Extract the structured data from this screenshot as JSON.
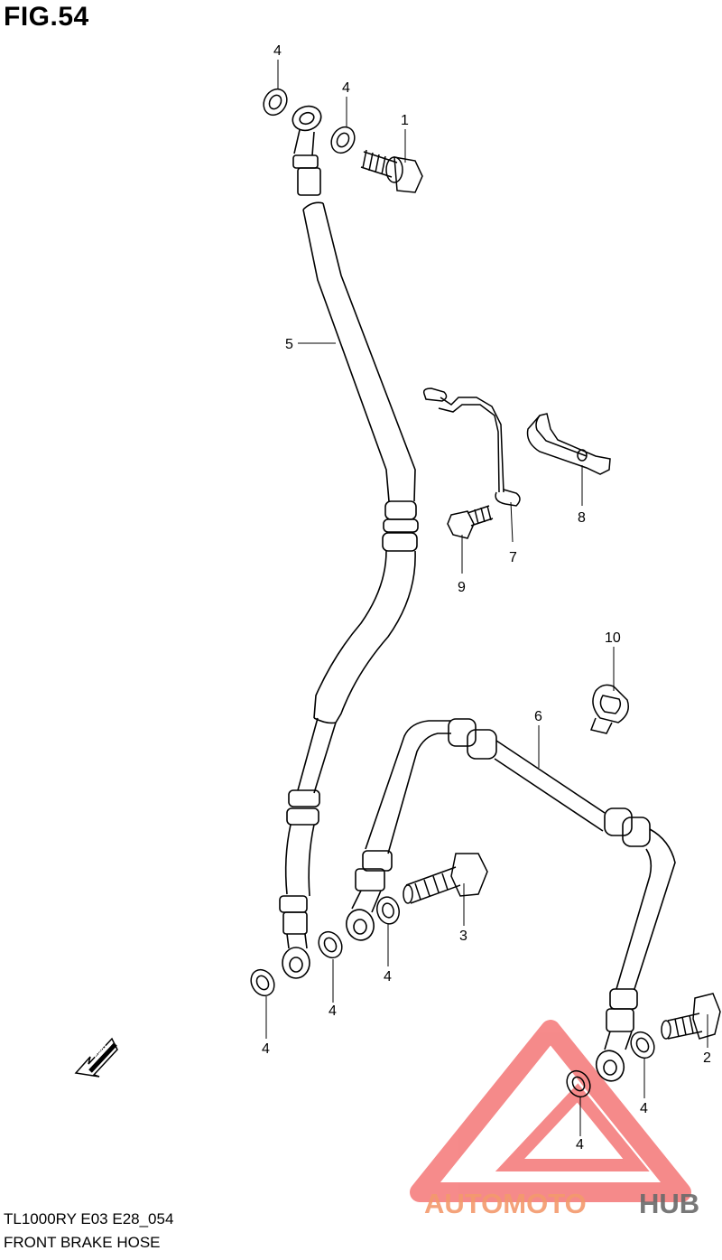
{
  "figure": {
    "title": "FIG.54",
    "model_code": "TL1000RY E03 E28_054",
    "caption": "FRONT BRAKE HOSE"
  },
  "callouts": {
    "washer_top_left": "4",
    "washer_top_right": "4",
    "bolt_top": "1",
    "hose_upper": "5",
    "bracket_wire": "7",
    "clamp_bracket": "8",
    "bolt_bracket": "9",
    "clip": "10",
    "hose_lower_right": "6",
    "bolt_middle": "3",
    "washer_mid_right": "4",
    "washer_mid_center": "4",
    "washer_bottom_left": "4",
    "washer_bottom_right": "4",
    "washer_bottom_center": "4",
    "bolt_bottom_right": "2"
  },
  "fwd_arrow": {
    "label": "FWD"
  },
  "watermark": {
    "part1": "AUTOMOTO",
    "part2": "HUB",
    "color_primary": "#f39a6d",
    "color_secondary": "#6a6a6a",
    "triangle_color": "#ee2b2b"
  }
}
